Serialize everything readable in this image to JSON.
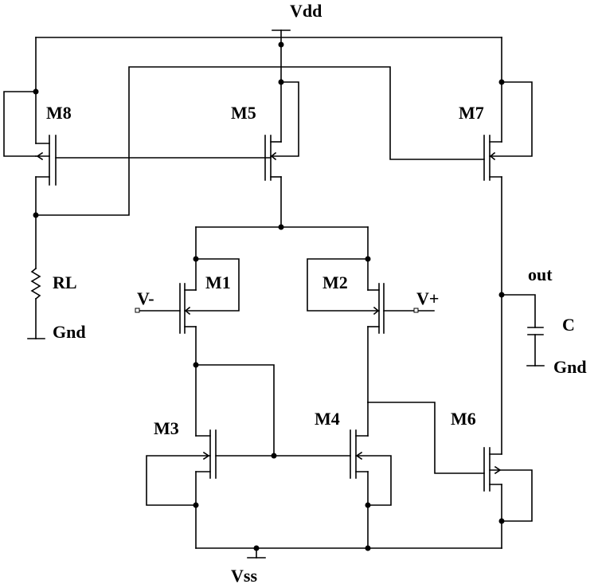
{
  "diagram": {
    "supply_top": "Vdd",
    "supply_bottom": "Vss",
    "output": "out",
    "inputs": {
      "minus": "V-",
      "plus": "V+"
    },
    "transistors": [
      "M1",
      "M2",
      "M3",
      "M4",
      "M5",
      "M6",
      "M7",
      "M8"
    ],
    "resistor": "RL",
    "capacitor": "C",
    "grounds": [
      "Gnd",
      "Gnd"
    ]
  },
  "colors": {
    "wire": "#000000",
    "background": "#ffffff"
  }
}
